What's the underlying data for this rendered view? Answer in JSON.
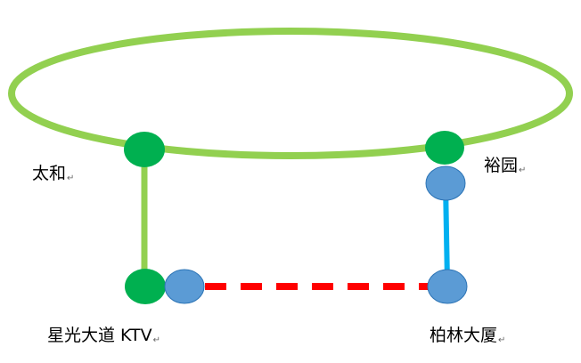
{
  "colors": {
    "ring_line": "#92d050",
    "green_station": "#00b050",
    "blue_station": "#5b9bd5",
    "blue_line": "#00b0f0",
    "dashed_line": "#ff0000",
    "station_stroke": "#2e75b6"
  },
  "stations": {
    "taihe": {
      "label": "太和",
      "mark": "↵"
    },
    "yuyuan": {
      "label": "裕园",
      "mark": "↵"
    },
    "xingguang": {
      "label": "星光大道 KTV",
      "mark": "↵"
    },
    "bolin": {
      "label": "柏林大厦",
      "mark": "↵"
    }
  }
}
